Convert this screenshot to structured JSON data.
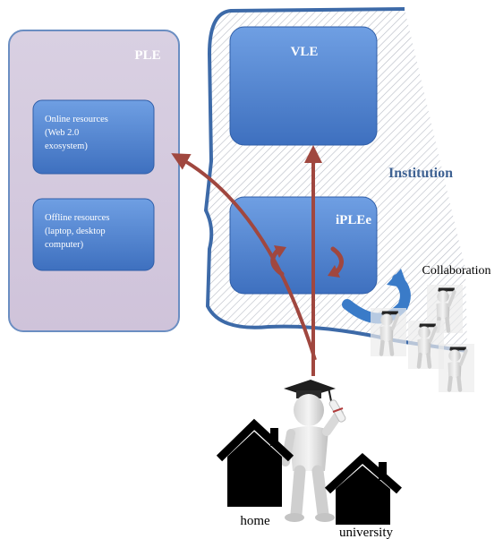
{
  "ple": {
    "title": "PLE",
    "online_resources": [
      "Online resources",
      "(Web 2.0",
      "exosystem)"
    ],
    "offline_resources": [
      "Offline resources",
      "(laptop, desktop",
      "computer)"
    ]
  },
  "vle": {
    "title": "VLE"
  },
  "iplee": {
    "title": "iPLEe"
  },
  "institution": {
    "label": "Institution"
  },
  "collaboration": {
    "label": "Collaboration"
  },
  "places": {
    "home": "home",
    "university": "university"
  },
  "colors": {
    "ple_fill": "#d8cfe0",
    "box_blue": "#4a80d0",
    "institution_border": "#3d6aa8",
    "arrow_red": "#a0473f",
    "collab_arrow": "#3a7bc8"
  },
  "icons": [
    "house-icon",
    "graduate-figure-icon",
    "cycle-arrows-icon",
    "curved-arrow-icon"
  ]
}
